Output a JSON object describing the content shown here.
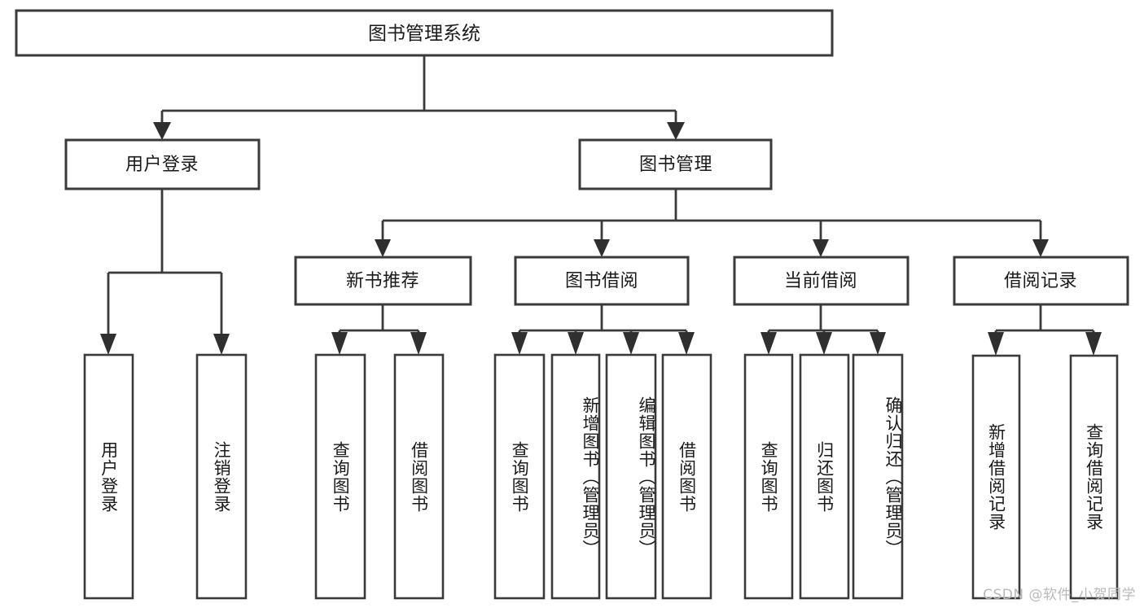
{
  "diagram": {
    "title": "图书管理系统",
    "type": "tree",
    "watermark": "CSDN @软件_小贺同学",
    "colors": {
      "background": "#ffffff",
      "box_fill": "#ffffff",
      "box_stroke": "#3a3a3a",
      "connector": "#3a3a3a",
      "text": "#1a1a1a",
      "watermark": "#b9b9b9"
    },
    "root": {
      "label": "图书管理系统"
    },
    "level2": [
      {
        "label": "用户登录"
      },
      {
        "label": "图书管理"
      }
    ],
    "level3": [
      {
        "label": "新书推荐"
      },
      {
        "label": "图书借阅"
      },
      {
        "label": "当前借阅"
      },
      {
        "label": "借阅记录"
      }
    ],
    "leaves": {
      "user_login": [
        {
          "label": "用户登录"
        },
        {
          "label": "注销登录"
        }
      ],
      "new_book_recommend": [
        {
          "label": "查询图书"
        },
        {
          "label": "借阅图书"
        }
      ],
      "book_borrow": [
        {
          "label": "查询图书"
        },
        {
          "label": "新增图书（管理员）"
        },
        {
          "label": "编辑图书（管理员）"
        },
        {
          "label": "借阅图书"
        }
      ],
      "current_borrow": [
        {
          "label": "查询图书"
        },
        {
          "label": "归还图书"
        },
        {
          "label": "确认归还（管理员）"
        }
      ],
      "borrow_record": [
        {
          "label": "新增借阅记录"
        },
        {
          "label": "查询借阅记录"
        }
      ]
    }
  }
}
